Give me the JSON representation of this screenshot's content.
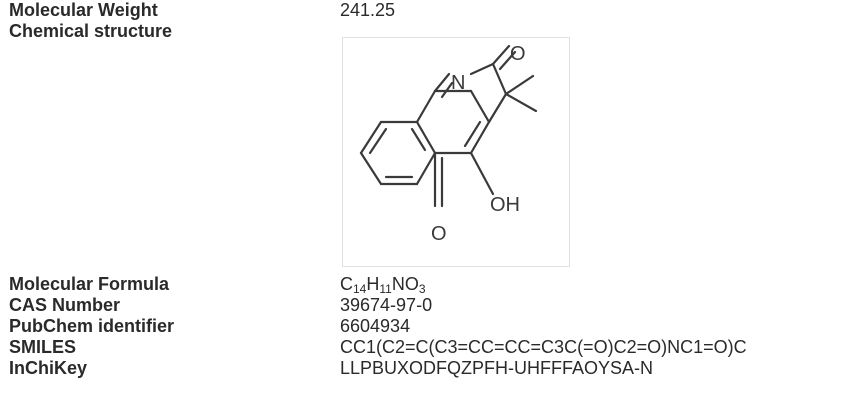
{
  "rows": {
    "molecular_weight": {
      "label": "Molecular Weight",
      "value": "241.25"
    },
    "chemical_structure": {
      "label": "Chemical structure"
    },
    "molecular_formula": {
      "label": "Molecular Formula",
      "parts": [
        {
          "text": "C",
          "sub": "14"
        },
        {
          "text": "H",
          "sub": "11"
        },
        {
          "text": "NO",
          "sub": "3"
        }
      ]
    },
    "cas_number": {
      "label": "CAS Number",
      "value": "39674-97-0"
    },
    "pubchem_identifier": {
      "label": "PubChem identifier",
      "value": "6604934"
    },
    "smiles": {
      "label": "SMILES",
      "value": "CC1(C2=C(C3=CC=CC=C3C(=O)C2=O)NC1=O)C"
    },
    "inchikey": {
      "label": "InChiKey",
      "value": "LLPBUXODFQZPFH-UHFFFAOYSA-N"
    }
  },
  "structure": {
    "atoms": {
      "n_label": "N",
      "o_top_label": "O",
      "oh_label": "OH",
      "o_bottom_label": "O"
    }
  }
}
